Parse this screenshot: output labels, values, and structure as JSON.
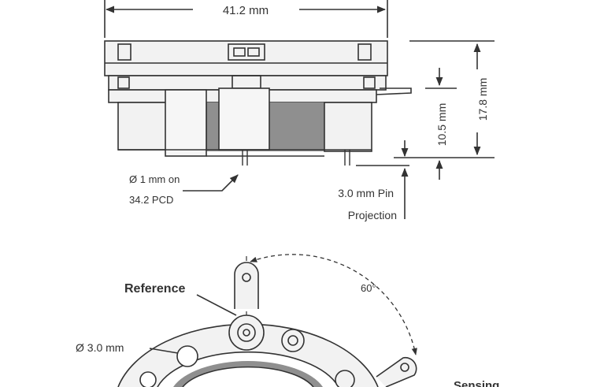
{
  "labels": {
    "width": "41.2 mm",
    "height_total": "17.8 mm",
    "height_body": "10.5 mm",
    "pin_diameter_line1": "Ø 1 mm on",
    "pin_diameter_line2": "34.2 PCD",
    "pin_projection_line1": "3.0 mm Pin",
    "pin_projection_line2": "Projection",
    "reference": "Reference",
    "angle": "60°",
    "hole_diameter": "Ø 3.0 mm",
    "sensing": "Sensing"
  },
  "colors": {
    "line": "#333333",
    "body_fill": "#f2f2f2",
    "shade_fill": "#8f8f8f",
    "dim_line": "#444444"
  }
}
